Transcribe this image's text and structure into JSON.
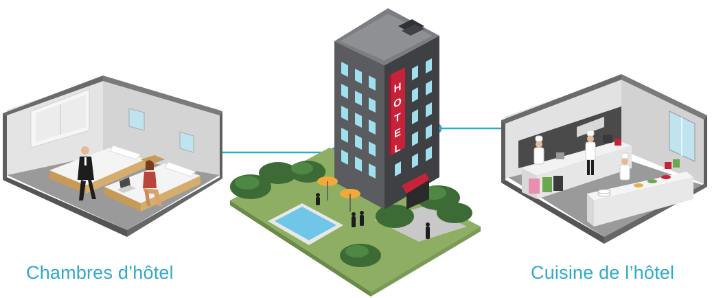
{
  "captions": {
    "left": "Chambres d’hôtel",
    "right": "Cuisine de l’hôtel"
  },
  "sign": {
    "letters": [
      "H",
      "O",
      "T",
      "E",
      "L"
    ]
  },
  "colors": {
    "accent": "#2fa9c8",
    "building": "#56585c",
    "window": "#9fdfee",
    "sign": "#c8223a",
    "grass": "#8dae63",
    "pool": "#6fc6e6"
  }
}
